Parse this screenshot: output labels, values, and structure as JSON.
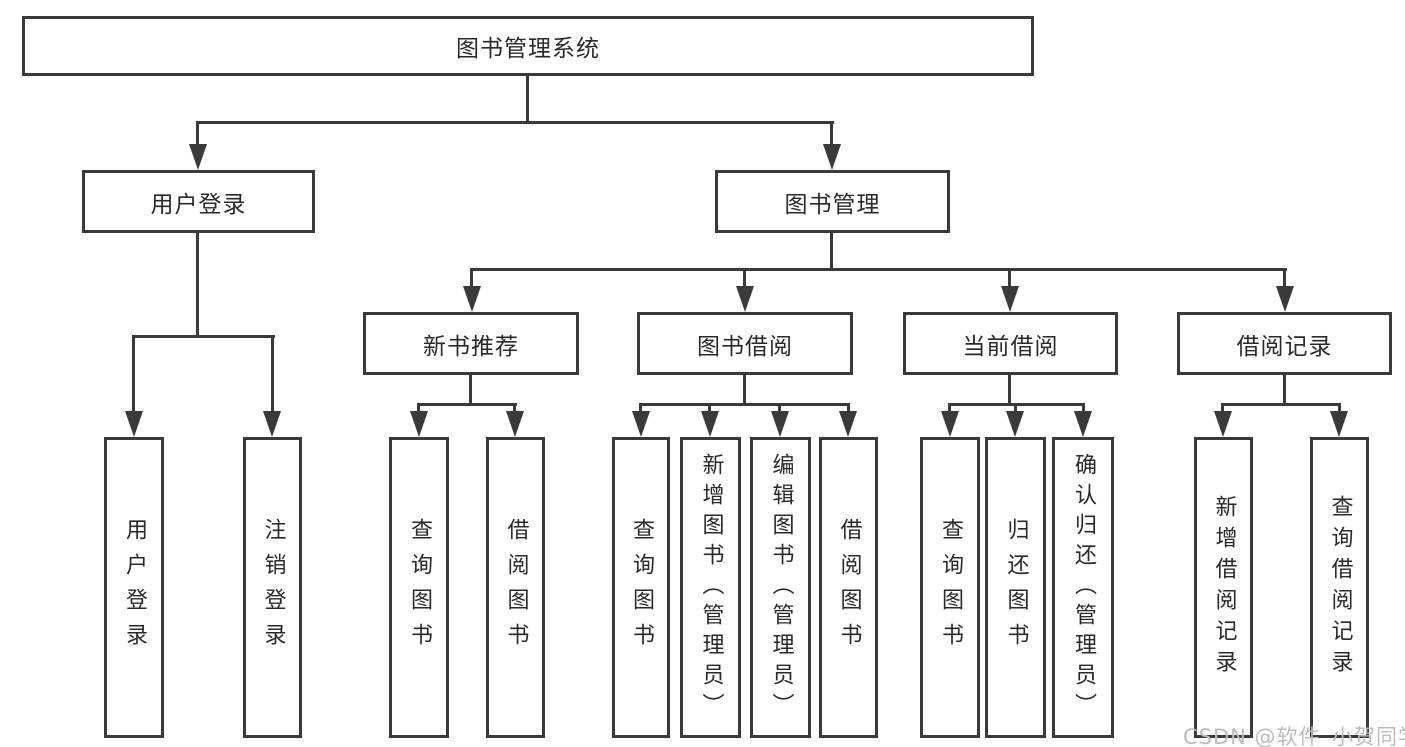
{
  "diagram": {
    "root": {
      "label": "图书管理系统"
    },
    "branches": [
      {
        "label": "用户登录",
        "children": [
          {
            "label": "用户登录"
          },
          {
            "label": "注销登录"
          }
        ]
      },
      {
        "label": "图书管理",
        "children": [
          {
            "label": "新书推荐",
            "children": [
              {
                "label": "查询图书"
              },
              {
                "label": "借阅图书"
              }
            ]
          },
          {
            "label": "图书借阅",
            "children": [
              {
                "label": "查询图书"
              },
              {
                "label": "新增图书（管理员）"
              },
              {
                "label": "编辑图书（管理员）"
              },
              {
                "label": "借阅图书"
              }
            ]
          },
          {
            "label": "当前借阅",
            "children": [
              {
                "label": "查询图书"
              },
              {
                "label": "归还图书"
              },
              {
                "label": "确认归还（管理员）"
              }
            ]
          },
          {
            "label": "借阅记录",
            "children": [
              {
                "label": "新增借阅记录"
              },
              {
                "label": "查询借阅记录"
              }
            ]
          }
        ]
      }
    ]
  },
  "watermark": {
    "text": "CSDN @软件_小贺同学"
  },
  "colors": {
    "line": "#3a3a3a",
    "text": "#2a2a2a",
    "box_background": "#ffffff",
    "watermark": "#bcbcbc"
  }
}
